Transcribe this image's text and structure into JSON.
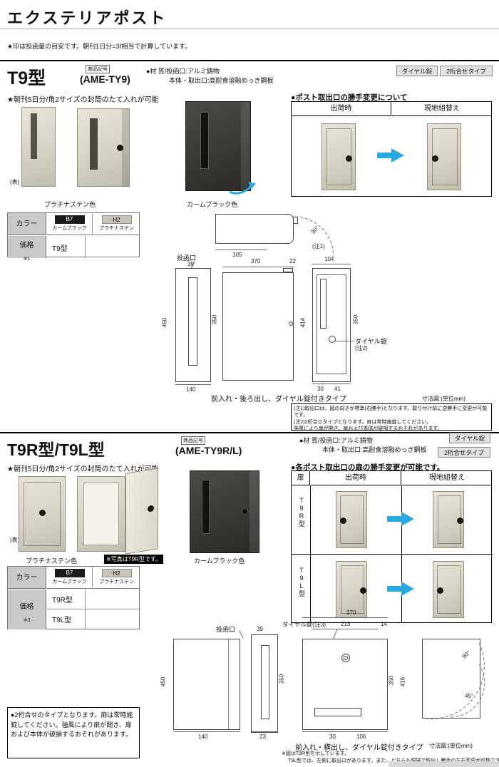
{
  "page": {
    "title": "エクステリアポスト",
    "note": "★印は投函量の目安です。朝刊1日分=3ℓ相当で計算しています。",
    "unit_label": "寸法図:(単位mm)"
  },
  "shared": {
    "material_line1": "●材 質/投函口:アルミ鋳物",
    "material_line2": "本体・取出口:高耐食溶融めっき鋼板",
    "badge_dial": "ダイヤル錠",
    "badge_two_digit": "2桁合せタイプ",
    "feature": "★朝刊5日分/角2サイズの封筒のたて入れが可能",
    "front_label": "(表)",
    "caption_platinum": "プラチナステン色",
    "caption_black": "カームブラック色",
    "color_header": "カラー",
    "color1_code": "B7",
    "color1_name": "カームブラック",
    "color2_code": "H2",
    "color2_name": "プラチナステン",
    "price_header": "価格",
    "ship": "出荷時",
    "site": "現地組替え"
  },
  "section1": {
    "code_label": "商品記号",
    "model": "T9型",
    "code": "(AME-TY9)",
    "swap_title": "●ポスト取出口の勝手変更について",
    "price_mark": "※1",
    "price_row1": "T9型",
    "caption": "前入れ・後ろ出し、ダイヤル錠付きタイプ",
    "dims": {
      "slot": "投函口",
      "w39": "39",
      "h450": "450",
      "h350": "350",
      "w140": "140",
      "d370": "370",
      "d22": "22",
      "w104": "104",
      "h414": "414",
      "h350b": "350",
      "w30": "30",
      "w41": "41",
      "d105": "105",
      "a90": "90°",
      "note1": "(注1)",
      "dial": "ダイヤル錠",
      "note2": "(注2)"
    },
    "notes": [
      "(注1)取出口は、図の向きが標準(右勝手)となります。取り付け前に逆勝手に変更が可能です。",
      "(注2)2桁合せタイプとなります。扉は常時施錠してください。",
      "強風により扉が開き、扉および本体が破損するおそれがあります。"
    ]
  },
  "section2": {
    "code_label": "商品記号",
    "model": "T9R型/T9L型",
    "code": "(AME-TY9R/L)",
    "swap_title": "●各ポスト取出口の扉の勝手変更が可能です。",
    "door_col": "扉",
    "row_r": "T9R型",
    "row_l": "T9L型",
    "photo_note": "※写真はT9R型です。",
    "price_mark": "※3",
    "price_row1": "T9R型",
    "price_row2": "T9L型",
    "caption": "前入れ・横出し、ダイヤル錠付きタイプ",
    "dims": {
      "slot": "投函口",
      "w39": "39",
      "h450": "450",
      "h350": "350",
      "w140": "140",
      "w23": "23",
      "dial": "ダイヤル錠(注3)",
      "d370": "370",
      "d213": "213",
      "d14": "14",
      "h350b": "350",
      "h416": "416",
      "w30": "30",
      "w106": "106",
      "a90": "90°",
      "a45": "45°"
    },
    "note_box": "●2桁合せのタイプとなります。扉は常時施錠してください。強風により扉が開き、扉および本体が破損するおそれがあります。",
    "bottom_note1": "※図はT9R型を示しています。",
    "bottom_note2": "T9L型では、左側に取出口があります。また、どちらも現場で取出し勝手の左右変更が可能です。"
  }
}
